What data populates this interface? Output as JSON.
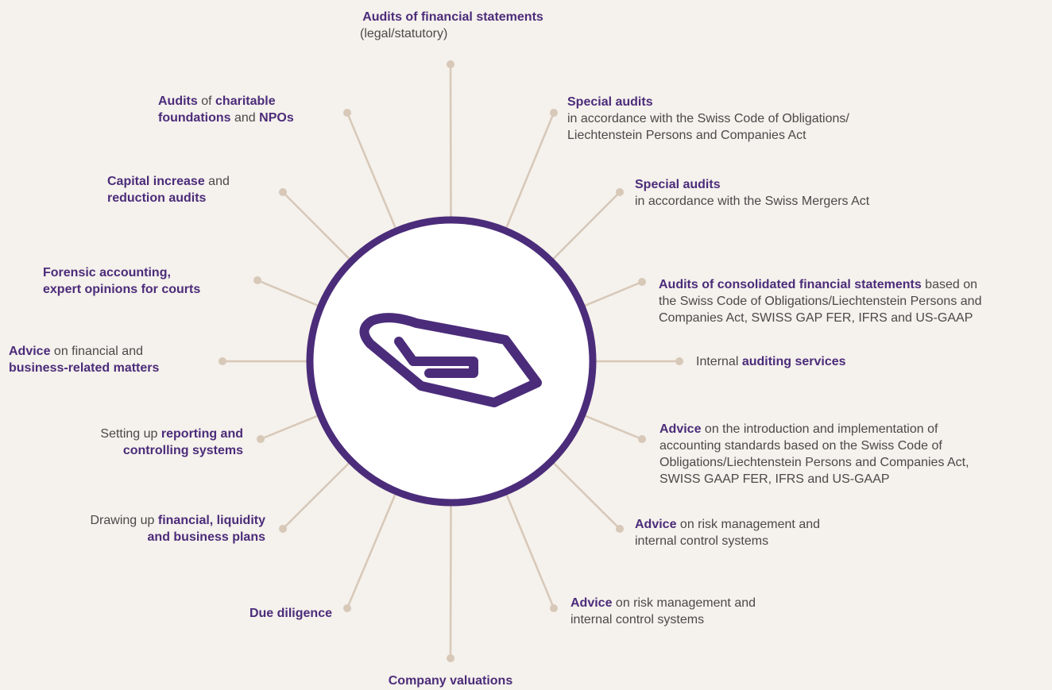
{
  "colors": {
    "background": "#f5f1ec",
    "spoke": "#d7c8b8",
    "accent_purple": "#4b2c7a",
    "text_gray": "#4a4a4a",
    "circle_fill": "#ffffff"
  },
  "center": {
    "icon": "abstract-logo-icon"
  },
  "items": {
    "top": {
      "line1_bold": "Audits of financial statements",
      "line2": "(legal/statutory)"
    },
    "special_audits_co": {
      "title": "Special audits",
      "line2": "in accordance with the Swiss Code of Obligations/",
      "line3": "Liechtenstein Persons and Companies Act"
    },
    "special_audits_mergers": {
      "title": "Special audits",
      "line2": "in accordance with the Swiss Mergers Act"
    },
    "consolidated": {
      "line1_bold": "Audits of consolidated financial statements",
      "line1_rest": " based on",
      "line2": "the Swiss Code of Obligations/Liechtenstein Persons and",
      "line3": "Companies Act, SWISS GAP FER, IFRS and US-GAAP"
    },
    "internal_auditing": {
      "pre": "Internal ",
      "bold": "auditing services"
    },
    "advice_standards": {
      "bold": "Advice",
      "line1_rest": " on the introduction and implementation of",
      "line2": "accounting standards based on the Swiss Code of",
      "line3": "Obligations/Liechtenstein Persons and Companies Act,",
      "line4": "SWISS GAAP FER, IFRS and US-GAAP"
    },
    "advice_risk_1": {
      "bold": "Advice",
      "line1_rest": " on risk management and",
      "line2": "internal control systems"
    },
    "advice_risk_2": {
      "bold": "Advice",
      "line1_rest": " on risk management and",
      "line2": "internal control systems"
    },
    "company_valuations": {
      "bold": "Company valuations"
    },
    "due_diligence": {
      "bold": "Due diligence"
    },
    "financial_plans": {
      "line1_pre": "Drawing up ",
      "line1_bold": "financial, liquidity",
      "line2_bold": "and business plans"
    },
    "reporting": {
      "line1_pre": "Setting up ",
      "line1_bold": "reporting and",
      "line2_bold": "controlling systems"
    },
    "advice_financial": {
      "bold": "Advice",
      "line1_rest": " on financial and",
      "line2_bold": "business-related matters"
    },
    "forensic": {
      "line1_bold": "Forensic accounting,",
      "line2_bold": "expert opinions for courts"
    },
    "capital": {
      "line1_bold": "Capital increase",
      "line1_rest": " and",
      "line2_bold": "reduction audits"
    },
    "charitable": {
      "line1_bold1": "Audits",
      "line1_mid": " of ",
      "line1_bold2": "charitable",
      "line2_bold1": "foundations",
      "line2_mid": " and ",
      "line2_bold2": "NPOs"
    }
  }
}
